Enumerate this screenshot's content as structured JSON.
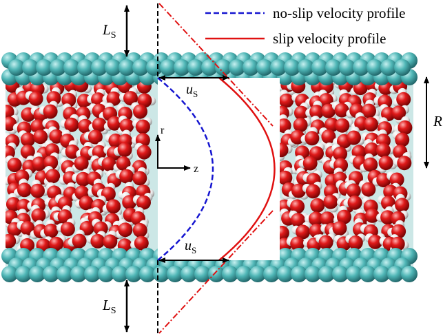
{
  "legend": {
    "noslip_label": "no-slip velocity profile",
    "slip_label": "slip velocity profile"
  },
  "labels": {
    "slip_length_top": "L",
    "slip_length_top_sub": "S",
    "slip_length_bottom": "L",
    "slip_length_bottom_sub": "S",
    "slip_velocity_top": "u",
    "slip_velocity_top_sub": "S",
    "slip_velocity_bottom": "u",
    "slip_velocity_bottom_sub": "S",
    "radius": "R",
    "axis_r": "r",
    "axis_z": "z"
  },
  "colors": {
    "wall_atoms": "#3fa8a8",
    "oxygen": "#d81818",
    "hydrogen": "#f2f2f2",
    "noslip_line": "#1515d0",
    "slip_line": "#e01010",
    "arrow": "#000000"
  }
}
